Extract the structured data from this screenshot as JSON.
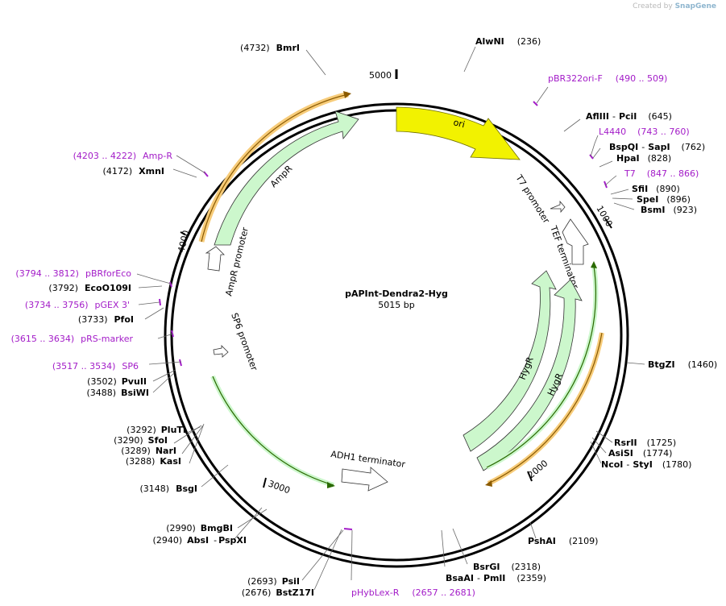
{
  "plasmid": {
    "name": "pAPInt-Dendra2-Hyg",
    "size_label": "5015 bp",
    "length": 5015
  },
  "watermark": {
    "prefix": "Created by",
    "brand": "SnapGene"
  },
  "colors": {
    "enzyme": "#000000",
    "primer": "#a31cc8",
    "ori": "#f2f200",
    "marker": "#ccf7cc",
    "orange_halo": "#f7cc7a",
    "primer_feature": "#6fa535"
  },
  "ticks": [
    {
      "bp": 5000,
      "label": "5000"
    },
    {
      "bp": 1000,
      "label": "1000"
    },
    {
      "bp": 2000,
      "label": "2000"
    },
    {
      "bp": 3000,
      "label": "3000"
    },
    {
      "bp": 4000,
      "label": "4000"
    }
  ],
  "features": [
    {
      "name": "ori",
      "type": "ori",
      "label": "ori"
    },
    {
      "name": "AmpR",
      "type": "marker",
      "label": "AmpR"
    },
    {
      "name": "AmpR promoter",
      "type": "promoter",
      "label": "AmpR promoter"
    },
    {
      "name": "T7 promoter",
      "type": "promoter",
      "label": "T7 promoter"
    },
    {
      "name": "TEF terminator",
      "type": "terminator",
      "label": "TEF terminator"
    },
    {
      "name": "SP6 promoter",
      "type": "promoter",
      "label": "SP6 promoter"
    },
    {
      "name": "ADH1 terminator",
      "type": "terminator",
      "label": "ADH1 terminator"
    },
    {
      "name": "HygR",
      "type": "marker",
      "label": "HygR"
    },
    {
      "name": "HygR (outer)",
      "type": "marker",
      "label": "HygR"
    }
  ],
  "labels": [
    {
      "id": "alwni",
      "kind": "enzyme",
      "name": "AlwNI",
      "pos": "(236)"
    },
    {
      "id": "pbr322ori",
      "kind": "primer",
      "name": "pBR322ori-F",
      "pos": "(490 .. 509)"
    },
    {
      "id": "afliii",
      "kind": "enzyme",
      "name": "AflIII",
      "sep": "-",
      "name2": "PciI",
      "pos": "(645)"
    },
    {
      "id": "l4440",
      "kind": "primer",
      "name": "L4440",
      "pos": "(743 .. 760)"
    },
    {
      "id": "bspqi",
      "kind": "enzyme",
      "name": "BspQI",
      "sep": "-",
      "name2": "SapI",
      "pos": "(762)"
    },
    {
      "id": "hpai",
      "kind": "enzyme",
      "name": "HpaI",
      "pos": "(828)"
    },
    {
      "id": "t7",
      "kind": "primer",
      "name": "T7",
      "pos": "(847 .. 866)"
    },
    {
      "id": "sfii",
      "kind": "enzyme",
      "name": "SfiI",
      "pos": "(890)"
    },
    {
      "id": "spei",
      "kind": "enzyme",
      "name": "SpeI",
      "pos": "(896)"
    },
    {
      "id": "bsmi",
      "kind": "enzyme",
      "name": "BsmI",
      "pos": "(923)"
    },
    {
      "id": "btgzi",
      "kind": "enzyme",
      "name": "BtgZI",
      "pos": "(1460)"
    },
    {
      "id": "rsrii",
      "kind": "enzyme",
      "name": "RsrII",
      "pos": "(1725)"
    },
    {
      "id": "asisi",
      "kind": "enzyme",
      "name": "AsiSI",
      "pos": "(1774)"
    },
    {
      "id": "ncoi",
      "kind": "enzyme",
      "name": "NcoI",
      "sep": "-",
      "name2": "StyI",
      "pos": "(1780)"
    },
    {
      "id": "pshai",
      "kind": "enzyme",
      "name": "PshAI",
      "pos": "(2109)"
    },
    {
      "id": "bsrgi",
      "kind": "enzyme",
      "name": "BsrGI",
      "pos": "(2318)"
    },
    {
      "id": "bsaai",
      "kind": "enzyme",
      "name": "BsaAI",
      "sep": "-",
      "name2": "PmlI",
      "pos": "(2359)"
    },
    {
      "id": "phyblex",
      "kind": "primer",
      "name": "pHybLex-R",
      "pos": "(2657 .. 2681)"
    },
    {
      "id": "psii",
      "kind": "enzyme",
      "name": "PsiI",
      "pos": "(2693)"
    },
    {
      "id": "bstz17i",
      "kind": "enzyme",
      "name": "BstZ17I",
      "pos": "(2676)"
    },
    {
      "id": "bmgbi",
      "kind": "enzyme",
      "name": "BmgBI",
      "pos": "(2990)"
    },
    {
      "id": "absi",
      "kind": "enzyme",
      "name": "AbsI",
      "sep": "-",
      "name2": "PspXI",
      "pos": "(2940)"
    },
    {
      "id": "bsgi",
      "kind": "enzyme",
      "name": "BsgI",
      "pos": "(3148)"
    },
    {
      "id": "pluti",
      "kind": "enzyme",
      "name": "PluTI",
      "pos": "(3292)"
    },
    {
      "id": "sfoi",
      "kind": "enzyme",
      "name": "SfoI",
      "pos": "(3290)"
    },
    {
      "id": "nari",
      "kind": "enzyme",
      "name": "NarI",
      "pos": "(3289)"
    },
    {
      "id": "kasi",
      "kind": "enzyme",
      "name": "KasI",
      "pos": "(3288)"
    },
    {
      "id": "pvuii",
      "kind": "enzyme",
      "name": "PvuII",
      "pos": "(3502)"
    },
    {
      "id": "bsiwi",
      "kind": "enzyme",
      "name": "BsiWI",
      "pos": "(3488)"
    },
    {
      "id": "sp6",
      "kind": "primer",
      "name": "SP6",
      "pos": "(3517 .. 3534)"
    },
    {
      "id": "prsmarker",
      "kind": "primer",
      "name": "pRS-marker",
      "pos": "(3615 .. 3634)"
    },
    {
      "id": "pfoi",
      "kind": "enzyme",
      "name": "PfoI",
      "pos": "(3733)"
    },
    {
      "id": "pgex3",
      "kind": "primer",
      "name": "pGEX 3'",
      "pos": "(3734 .. 3756)"
    },
    {
      "id": "ecoo109i",
      "kind": "enzyme",
      "name": "EcoO109I",
      "pos": "(3792)"
    },
    {
      "id": "pbrforeco",
      "kind": "primer",
      "name": "pBRforEco",
      "pos": "(3794 .. 3812)"
    },
    {
      "id": "xmni",
      "kind": "enzyme",
      "name": "XmnI",
      "pos": "(4172)"
    },
    {
      "id": "ampr-primer",
      "kind": "primer",
      "name": "Amp-R",
      "pos": "(4203 .. 4222)"
    },
    {
      "id": "bmri",
      "kind": "enzyme",
      "name": "BmrI",
      "pos": "(4732)"
    }
  ]
}
